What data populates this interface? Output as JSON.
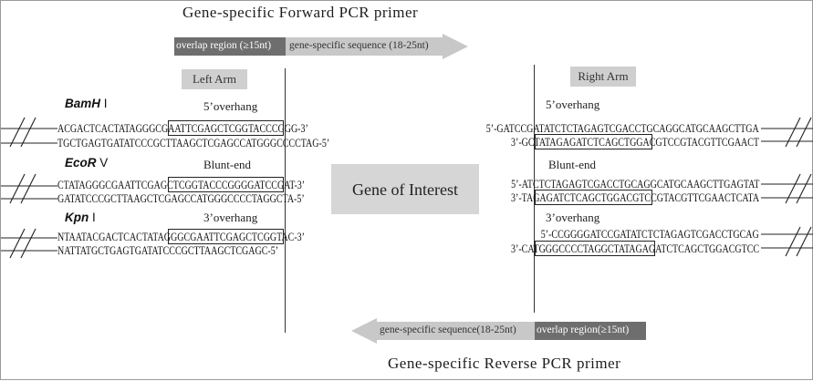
{
  "forward_primer": {
    "title": "Gene-specific Forward PCR primer",
    "overlap_label": "overlap region (≥15nt)",
    "sequence_label": "gene-specific sequence (18-25nt)"
  },
  "reverse_primer": {
    "title": "Gene-specific Reverse PCR primer",
    "overlap_label": "overlap region(≥15nt)",
    "sequence_label": "gene-specific sequence(18-25nt)"
  },
  "left_arm": {
    "label": "Left Arm",
    "blocks": [
      {
        "enzyme_name": "BamH",
        "enzyme_suffix": " I",
        "end_type": "5’overhang",
        "top": "ACGACTCACTATAGGGCGAATTCGAGCTCGGTACCCGGG-3’",
        "bottom": "TGCTGAGTGATATCCCGCTTAAGCTCGAGCCATGGGCCCCTAG-5’"
      },
      {
        "enzyme_name": "EcoR",
        "enzyme_suffix": " V",
        "end_type": "Blunt-end",
        "top": "CTATAGGGCGAATTCGAGCTCGGTACCCGGGGATCCGAT-3’",
        "bottom": "GATATCCCGCTTAAGCTCGAGCCATGGGCCCCTAGGCTA-5’"
      },
      {
        "enzyme_name": "Kpn",
        "enzyme_suffix": " I",
        "end_type": "3’overhang",
        "top": "NTAATACGACTCACTATAGGGCGAATTCGAGCTCGGTAC-3’",
        "bottom": "NATTATGCTGAGTGATATCCCGCTTAAGCTCGAGC-5’"
      }
    ]
  },
  "right_arm": {
    "label": "Right Arm",
    "blocks": [
      {
        "end_type": "5’overhang",
        "top": "5’-GATCCGATATCTCTAGAGTCGACCTGCAGGCATGCAAGCTTGA",
        "bottom": "3’-GCTATAGAGATCTCAGCTGGACGTCCGTACGTTCGAACT"
      },
      {
        "end_type": "Blunt-end",
        "top": "5’-ATCTCTAGAGTCGACCTGCAGGCATGCAAGCTTGAGTAT",
        "bottom": "3’-TAGAGATCTCAGCTGGACGTCCGTACGTTCGAACTCATA"
      },
      {
        "end_type": "3’overhang",
        "top": "5’-CCGGGGATCCGATATCTCTAGAGTCGACCTGCAG",
        "bottom": "3’-CATGGGCCCCTAGGCTATAGAGATCTCAGCTGGACGTCC"
      }
    ]
  },
  "gene_of_interest": "Gene of Interest",
  "colors": {
    "overlap_box": "#6e6e6e",
    "arrow_light": "#c8c8c8",
    "label_box": "#cfcfcf",
    "goi_box": "#d6d6d6",
    "line": "#222222"
  }
}
